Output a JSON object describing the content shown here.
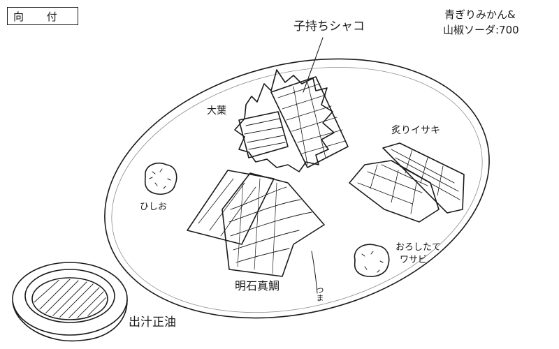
{
  "title": "向 付",
  "drink": {
    "line1": "青ぎりみかん&",
    "line2": "山椒ソーダ:700"
  },
  "labels": {
    "shako": "子持ちシャコ",
    "ooba": "大葉",
    "isaki": "炙りイサキ",
    "hishio": "ひしお",
    "wasabi_1": "おろしたて",
    "wasabi_2": "ワサビ",
    "tai": "明石真鯛",
    "tsuma": "つま",
    "sauce": "出汁正油"
  }
}
